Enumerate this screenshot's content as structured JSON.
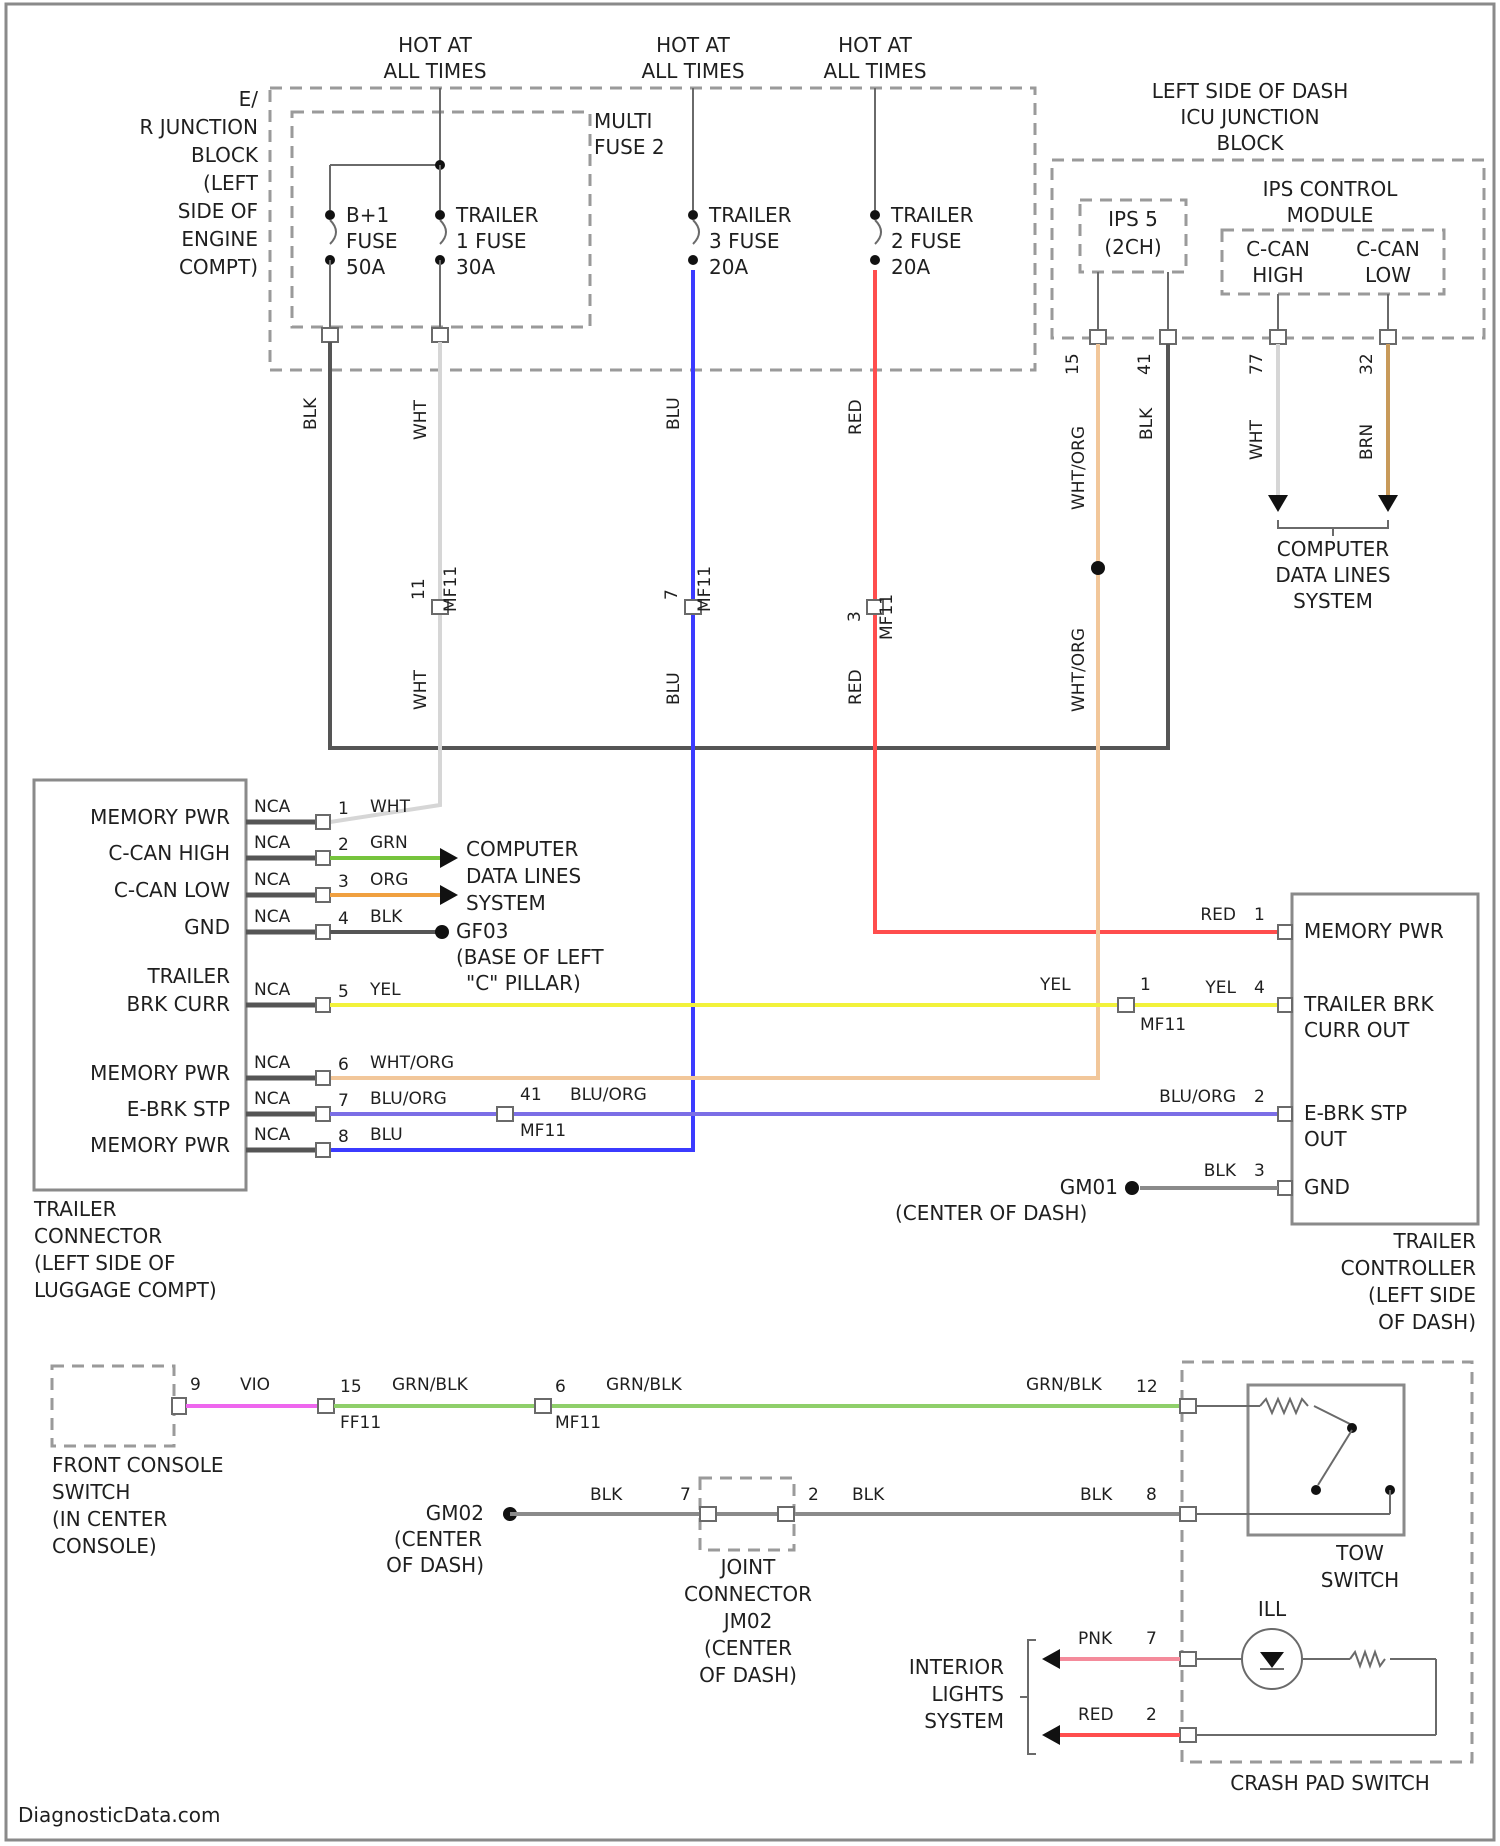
{
  "top": {
    "hot1": [
      "HOT AT",
      "ALL TIMES"
    ],
    "hot2": [
      "HOT AT",
      "ALL TIMES"
    ],
    "hot3": [
      "HOT AT",
      "ALL TIMES"
    ]
  },
  "junction_block": {
    "label": [
      "E/",
      "R JUNCTION",
      "BLOCK",
      "(LEFT",
      "SIDE OF",
      "ENGINE",
      "COMPT)"
    ],
    "multi_fuse": [
      "MULTI",
      "FUSE 2"
    ],
    "fuse_bplus": [
      "B+1",
      "FUSE",
      "50A"
    ],
    "fuse_trl1": [
      "TRAILER",
      "1 FUSE",
      "30A"
    ],
    "fuse_trl3": [
      "TRAILER",
      "3 FUSE",
      "20A"
    ],
    "fuse_trl2": [
      "TRAILER",
      "2 FUSE",
      "20A"
    ]
  },
  "icu": {
    "label": [
      "LEFT SIDE OF DASH",
      "ICU JUNCTION",
      "BLOCK"
    ],
    "ips5": [
      "IPS 5",
      "(2CH)"
    ],
    "ips_module": [
      "IPS CONTROL",
      "MODULE"
    ],
    "ccan_high": [
      "C-CAN",
      "HIGH"
    ],
    "ccan_low": [
      "C-CAN",
      "LOW"
    ],
    "pins": [
      "15",
      "41",
      "77",
      "32"
    ],
    "wire_whtorg": "WHT/ORG",
    "wire_blk": "BLK",
    "wire_wht": "WHT",
    "wire_brn": "BRN",
    "data_lines": [
      "COMPUTER",
      "DATA LINES",
      "SYSTEM"
    ]
  },
  "verticals": {
    "blk": "BLK",
    "wht": "WHT",
    "blu": "BLU",
    "red": "RED",
    "whtorg": "WHT/ORG",
    "mf11": "MF11",
    "pin_11": "11",
    "pin_7": "7",
    "pin_3": "3"
  },
  "trailer_connector": {
    "pins": [
      {
        "name": "MEMORY PWR",
        "nca": "NCA",
        "num": "1",
        "wire": "WHT"
      },
      {
        "name": "C-CAN HIGH",
        "nca": "NCA",
        "num": "2",
        "wire": "GRN"
      },
      {
        "name": "C-CAN LOW",
        "nca": "NCA",
        "num": "3",
        "wire": "ORG"
      },
      {
        "name": "GND",
        "nca": "NCA",
        "num": "4",
        "wire": "BLK"
      },
      {
        "name": "TRAILER BRK CURR",
        "nca": "NCA",
        "num": "5",
        "wire": "YEL"
      },
      {
        "name": "MEMORY PWR",
        "nca": "NCA",
        "num": "6",
        "wire": "WHT/ORG"
      },
      {
        "name": "E-BRK STP",
        "nca": "NCA",
        "num": "7",
        "wire": "BLU/ORG"
      },
      {
        "name": "MEMORY PWR",
        "nca": "NCA",
        "num": "8",
        "wire": "BLU"
      }
    ],
    "label": [
      "TRAILER",
      "CONNECTOR",
      "(LEFT SIDE OF",
      "LUGGAGE COMPT)"
    ],
    "data_lines": [
      "COMPUTER",
      "DATA LINES",
      "SYSTEM"
    ],
    "ground": [
      "GF03",
      "(BASE OF LEFT",
      "\"C\" PILLAR)"
    ]
  },
  "middle": {
    "yel": "YEL",
    "yel2": "YEL",
    "mf11": "MF11",
    "pin1": "1",
    "pin41": "41",
    "bluorg": "BLU/ORG",
    "mf11b": "MF11"
  },
  "controller": {
    "pins": [
      {
        "name": "MEMORY PWR",
        "wire": "RED",
        "num": "1"
      },
      {
        "name": "TRAILER BRK CURR OUT",
        "wire": "YEL",
        "num": "4"
      },
      {
        "name": "E-BRK STP OUT",
        "wire": "BLU/ORG",
        "num": "2"
      },
      {
        "name": "GND",
        "wire": "BLK",
        "num": "3"
      }
    ],
    "ground": [
      "GM01",
      "(CENTER OF DASH)"
    ],
    "label": [
      "TRAILER",
      "CONTROLLER",
      "(LEFT SIDE",
      "OF DASH)"
    ]
  },
  "bottom": {
    "front_console": [
      "FRONT CONSOLE",
      "SWITCH",
      "(IN CENTER",
      "CONSOLE)"
    ],
    "pin9": "9",
    "vio": "VIO",
    "pin15": "15",
    "ff11": "FF11",
    "grnblk1": "GRN/BLK",
    "pin6": "6",
    "mf11": "MF11",
    "grnblk2": "GRN/BLK",
    "grnblk3": "GRN/BLK",
    "pin12": "12",
    "gm02": [
      "GM02",
      "(CENTER",
      "OF DASH)"
    ],
    "blk1": "BLK",
    "pin7": "7",
    "pin2": "2",
    "blk2": "BLK",
    "blk3": "BLK",
    "pin8": "8",
    "joint": [
      "JOINT",
      "CONNECTOR",
      "JM02",
      "(CENTER",
      "OF DASH)"
    ],
    "tow_switch": [
      "TOW",
      "SWITCH"
    ],
    "ill": "ILL",
    "pnk": "PNK",
    "pin_7b": "7",
    "red": "RED",
    "pin_2b": "2",
    "interior": [
      "INTERIOR",
      "LIGHTS",
      "SYSTEM"
    ],
    "crash_pad": "CRASH PAD SWITCH"
  },
  "watermark": "DiagnosticData.com",
  "colors": {
    "blk": "#555555",
    "wht": "#d6d6d6",
    "blu": "#3b3bff",
    "red": "#ff4d4d",
    "whtorg": "#f2c79a",
    "yel": "#f2f23a",
    "grn": "#76c43d",
    "org": "#f0a040",
    "brn": "#c89a5a",
    "bluorg": "#7b6ee6",
    "vio": "#ee66ee",
    "grnblk": "#8fcf6a",
    "pnk": "#f48b9b"
  }
}
